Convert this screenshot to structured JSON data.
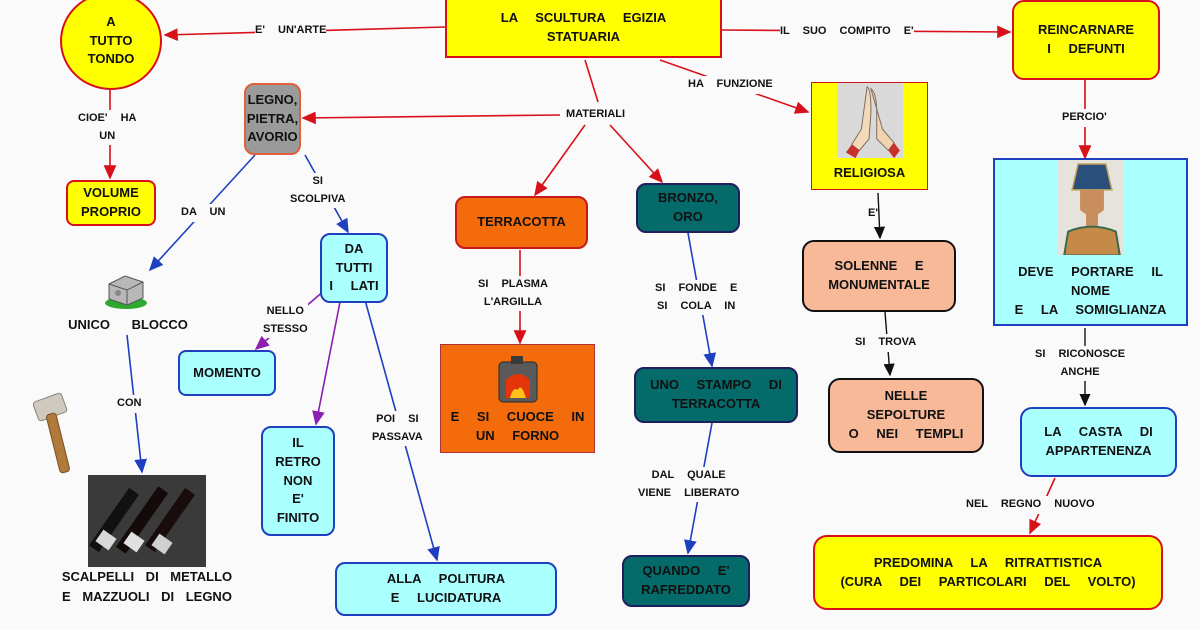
{
  "nodes": {
    "root": "LA   SCULTURA   EGIZIA\nSTATUARIA",
    "tutto_tondo": "A\nTUTTO\nTONDO",
    "volume": "VOLUME\nPROPRIO",
    "reincarnare": "REINCARNARE\nI  DEFUNTI",
    "legno": "LEGNO,\nPIETRA,\nAVORIO",
    "unico": "UNICO      BLOCCO",
    "scalpelli": "SCALPELLI   DI   METALLO\nE   MAZZUOLI   DI  LEGNO",
    "da_tutti": "DA\nTUTTI\nI  LATI",
    "momento": "MOMENTO",
    "retro": "IL\nRETRO\nNON\nE'\nFINITO",
    "politura": "ALLA    POLITURA\nE    LUCIDATURA",
    "terracotta": "TERRACOTTA",
    "forno": "E  SI  CUOCE  IN\nUN  FORNO",
    "bronzo": "BRONZO,\nORO",
    "stampo": "UNO   STAMPO   DI\nTERRACOTTA",
    "rafreddato": "QUANDO   E'\nRAFREDDATO",
    "religiosa": "RELIGIOSA",
    "solenne": "SOLENNE    E\nMONUMENTALE",
    "sepolture": "NELLE\nSEPOLTURE\nO  NEI   TEMPLI",
    "deve": "DEVE     PORTARE    IL\nNOME\nE  LA    SOMIGLIANZA",
    "casta": "LA   CASTA   DI\nAPPARTENENZA",
    "predomina": "PREDOMINA    LA    RITRATTISTICA\n(CURA   DEI    PARTICOLARI    DEL   VOLTO)"
  },
  "links": {
    "e_unarte": "E'   UN'ARTE",
    "il_suo_compito": "IL   SUO   COMPITO   E'",
    "cioe_ha_un": "CIOE'   HA\nUN",
    "percio": "PERCIO'",
    "materiali": "MATERIALI",
    "ha_funzione": "HA    FUNZIONE",
    "da_un": "DA  UN",
    "si_scolpiva": "SI\nSCOLPIVA",
    "con": "CON",
    "nello_stesso": "NELLO\nSTESSO",
    "poi_si_passava": "POI  SI\nPASSAVA",
    "si_plasma": "SI   PLASMA\nL'ARGILLA",
    "si_fonde": "SI   FONDE   E\nSI   COLA   IN",
    "dal_quale": "DAL      QUALE\nVIENE      LIBERATO",
    "e_apos": "E'",
    "si_trova": "SI    TROVA",
    "si_riconosce": "SI   RICONOSCE\nANCHE",
    "nel_regno": "NEL     REGNO     NUOVO"
  },
  "images": {
    "praying_hands": "praying-hands-icon",
    "bust": "nefertiti-bust-icon",
    "stone": "stone-block-icon",
    "mallet": "wooden-mallet-icon",
    "chisels": "chisels-icon",
    "furnace": "furnace-icon"
  },
  "colors": {
    "yellow": "#ffff00",
    "cyan": "#aaffff",
    "orange": "#f36b0a",
    "teal": "#046a6a",
    "peach": "#f7b998",
    "gray": "#9a9a9a",
    "red_line": "#d8101a",
    "blue_line": "#1e3fbf",
    "purple_line": "#8a1fb0",
    "black_line": "#111111"
  }
}
